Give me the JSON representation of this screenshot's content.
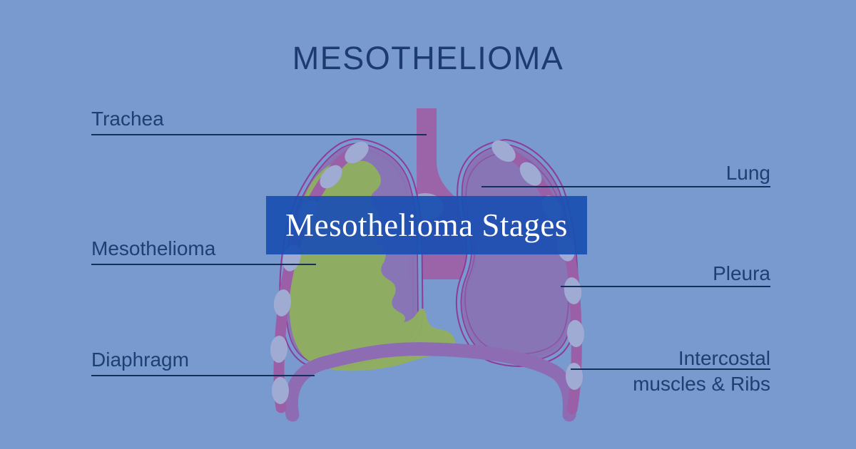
{
  "title": "MESOTHELIOMA",
  "banner": {
    "label": "Mesothelioma Stages"
  },
  "labels": {
    "left": [
      {
        "label": "Trachea"
      },
      {
        "label": "Mesothelioma"
      },
      {
        "label": "Diaphragm"
      }
    ],
    "right": [
      {
        "label": "Lung"
      },
      {
        "label": "Pleura"
      },
      {
        "label_line1": "Intercostal",
        "label_line2": "muscles & Ribs"
      }
    ]
  },
  "diagram_parts": [
    "trachea",
    "lung",
    "pleura",
    "mesothelioma",
    "diaphragm",
    "intercostal muscles & ribs"
  ],
  "colors": {
    "background": "#789ACF",
    "banner": "#1B50B2",
    "banner_text": "#FFFFFF",
    "title_text": "#1D3B6E",
    "label_text": "#1D4070",
    "leader_line": "#13305C",
    "lung_fill": "#8973B4",
    "lung_outline": "#8F3B97",
    "trachea": "#9C64A8",
    "rib_band": "#9B5FA7",
    "intercostal_muscle": "#9FABD2",
    "diaphragm": "#8D6CB4",
    "mesothelioma_mass": "#8FAE5F"
  }
}
